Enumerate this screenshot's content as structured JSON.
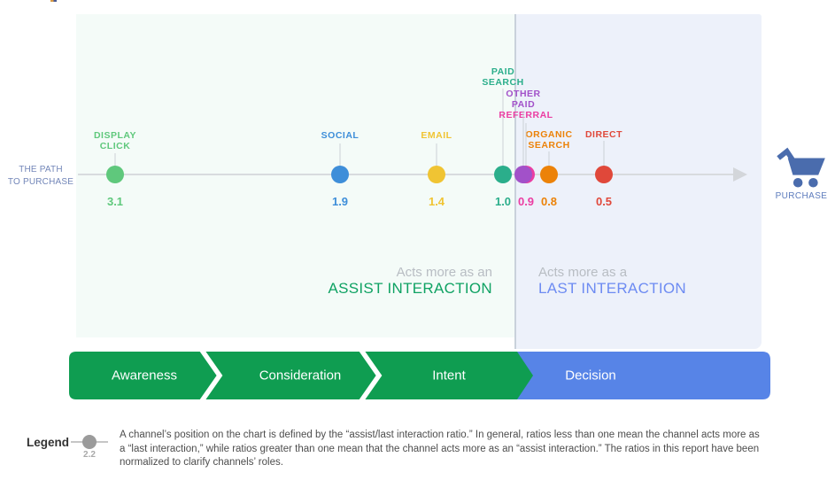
{
  "path_label": {
    "line1": "THE PATH",
    "line2": "TO PURCHASE"
  },
  "channels": [
    {
      "id": "display-click",
      "label": "DISPLAY CLICK",
      "line1": "DISPLAY",
      "line2": "CLICK",
      "value": "3.1",
      "color": "#5fc87c"
    },
    {
      "id": "social",
      "label": "SOCIAL",
      "line1": "SOCIAL",
      "value": "1.9",
      "color": "#3e8ed9"
    },
    {
      "id": "email",
      "label": "EMAIL",
      "line1": "EMAIL",
      "value": "1.4",
      "color": "#f0c433"
    },
    {
      "id": "paid-search",
      "label": "PAID SEARCH",
      "line1": "PAID",
      "line2": "SEARCH",
      "value": "1.0",
      "color": "#2bae8b"
    },
    {
      "id": "other-paid",
      "label": "OTHER PAID",
      "line1": "OTHER",
      "line2": "PAID",
      "value": "",
      "color": "#a251c9"
    },
    {
      "id": "referral",
      "label": "REFERRAL",
      "line1": "REFERRAL",
      "value": "0.9",
      "color": "#eb3da2"
    },
    {
      "id": "organic-search",
      "label": "ORGANIC SEARCH",
      "line1": "ORGANIC",
      "line2": "SEARCH",
      "value": "0.8",
      "color": "#ec8208"
    },
    {
      "id": "direct",
      "label": "DIRECT",
      "line1": "DIRECT",
      "value": "0.5",
      "color": "#e0483a"
    }
  ],
  "zones": {
    "assist": {
      "prefix": "Acts more as an",
      "title": "ASSIST INTERACTION",
      "bg": "#f4fbf8",
      "accent": "#0fa263"
    },
    "last": {
      "prefix": "Acts more as a",
      "title": "LAST INTERACTION",
      "bg": "#edf1fa",
      "accent": "#6d8bf2"
    }
  },
  "purchase": {
    "label": "PURCHASE",
    "icon": "shopping-cart-icon",
    "color": "#4a6cad"
  },
  "funnel": {
    "stages": [
      "Awareness",
      "Consideration",
      "Intent",
      "Decision"
    ],
    "green": "#0f9d51",
    "blue": "#5784e7"
  },
  "legend": {
    "title": "Legend",
    "sample_value": "2.2",
    "text": "A channel’s position on the chart is defined by the “assist/last interaction ratio.” In general, ratios less than one mean the channel acts more as a “last interaction,” while ratios greater than one mean that the channel acts more as an “assist interaction.” The ratios in this report have been normalized to clarify channels’ roles."
  },
  "chart_data": {
    "type": "scatter",
    "axis_label": "THE PATH TO PURCHASE",
    "endpoint": "PURCHASE",
    "points": [
      {
        "channel": "DISPLAY CLICK",
        "assist_last_ratio": 3.1,
        "zone": "assist",
        "color": "#5fc87c"
      },
      {
        "channel": "SOCIAL",
        "assist_last_ratio": 1.9,
        "zone": "assist",
        "color": "#3e8ed9"
      },
      {
        "channel": "EMAIL",
        "assist_last_ratio": 1.4,
        "zone": "assist",
        "color": "#f0c433"
      },
      {
        "channel": "PAID SEARCH",
        "assist_last_ratio": 1.0,
        "zone": "assist",
        "color": "#2bae8b"
      },
      {
        "channel": "OTHER PAID",
        "assist_last_ratio": 0.9,
        "zone": "last",
        "color": "#a251c9"
      },
      {
        "channel": "REFERRAL",
        "assist_last_ratio": 0.9,
        "zone": "last",
        "color": "#eb3da2"
      },
      {
        "channel": "ORGANIC SEARCH",
        "assist_last_ratio": 0.8,
        "zone": "last",
        "color": "#ec8208"
      },
      {
        "channel": "DIRECT",
        "assist_last_ratio": 0.5,
        "zone": "last",
        "color": "#e0483a"
      }
    ],
    "annotations": [
      "Acts more as an ASSIST INTERACTION",
      "Acts more as a LAST INTERACTION"
    ],
    "funnel_stages": [
      "Awareness",
      "Consideration",
      "Intent",
      "Decision"
    ],
    "legend_sample_value": 2.2
  }
}
